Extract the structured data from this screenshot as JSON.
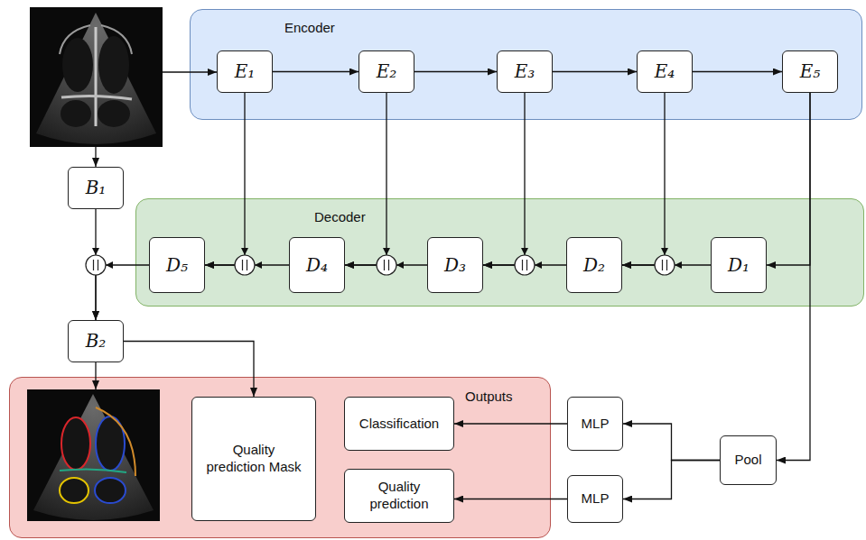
{
  "diagram": {
    "nodes": [
      {
        "text": [
          "Encoder"
        ]
      },
      {
        "text": [
          "E₁"
        ],
        "in": 0
      },
      {
        "text": [
          "E₂"
        ],
        "in": 0
      },
      {
        "text": [
          "E₃"
        ],
        "in": 0
      },
      {
        "text": [
          "E₄"
        ],
        "in": 0
      },
      {
        "text": [
          "E₅"
        ],
        "in": 0
      },
      {
        "text": [
          "Decoder"
        ]
      },
      {
        "text": [
          "D₅"
        ],
        "in": 6
      },
      {
        "text": [
          "D₄"
        ],
        "in": 6
      },
      {
        "text": [
          "D₃"
        ],
        "in": 6
      },
      {
        "text": [
          "D₂"
        ],
        "in": 6
      },
      {
        "text": [
          "D₁"
        ],
        "in": 6
      },
      {
        "text": [
          "B₁"
        ]
      },
      {
        "text": [
          "B₂"
        ]
      },
      {
        "text": [
          "Outputs"
        ]
      },
      {
        "text": [
          "Quality prediction Mask"
        ],
        "in": 14
      },
      {
        "text": [
          "Classification"
        ],
        "in": 14
      },
      {
        "text": [
          "Quality prediction"
        ],
        "in": 14
      },
      {
        "text": [
          "MLP"
        ]
      },
      {
        "text": [
          "MLP"
        ]
      },
      {
        "text": [
          "Pool"
        ]
      }
    ],
    "edges": [
      {
        "from": 1,
        "to": 2,
        "arrow": "to"
      },
      {
        "from": 2,
        "to": 3,
        "arrow": "to"
      },
      {
        "from": 3,
        "to": 4,
        "arrow": "to"
      },
      {
        "from": 4,
        "to": 5,
        "arrow": "to"
      },
      {
        "from": 5,
        "to": 11,
        "arrow": "to"
      },
      {
        "from": 4,
        "to": 10,
        "arrow": "to"
      },
      {
        "from": 11,
        "to": 10,
        "arrow": "to"
      },
      {
        "from": 3,
        "to": 9,
        "arrow": "to"
      },
      {
        "from": 10,
        "to": 9,
        "arrow": "to"
      },
      {
        "from": 2,
        "to": 8,
        "arrow": "to"
      },
      {
        "from": 9,
        "to": 8,
        "arrow": "to"
      },
      {
        "from": 1,
        "to": 7,
        "arrow": "to"
      },
      {
        "from": 8,
        "to": 7,
        "arrow": "to"
      },
      {
        "from": 12,
        "to": 13,
        "arrow": "to"
      },
      {
        "from": 7,
        "to": 13,
        "arrow": "to"
      },
      {
        "from": 13,
        "to": 15,
        "arrow": "to"
      },
      {
        "from": 5,
        "to": 20,
        "arrow": "to"
      },
      {
        "from": 20,
        "to": 18,
        "arrow": "to"
      },
      {
        "from": 20,
        "to": 19,
        "arrow": "to"
      },
      {
        "from": 18,
        "to": 16,
        "arrow": "to"
      },
      {
        "from": 19,
        "to": 17,
        "arrow": "to"
      }
    ]
  }
}
